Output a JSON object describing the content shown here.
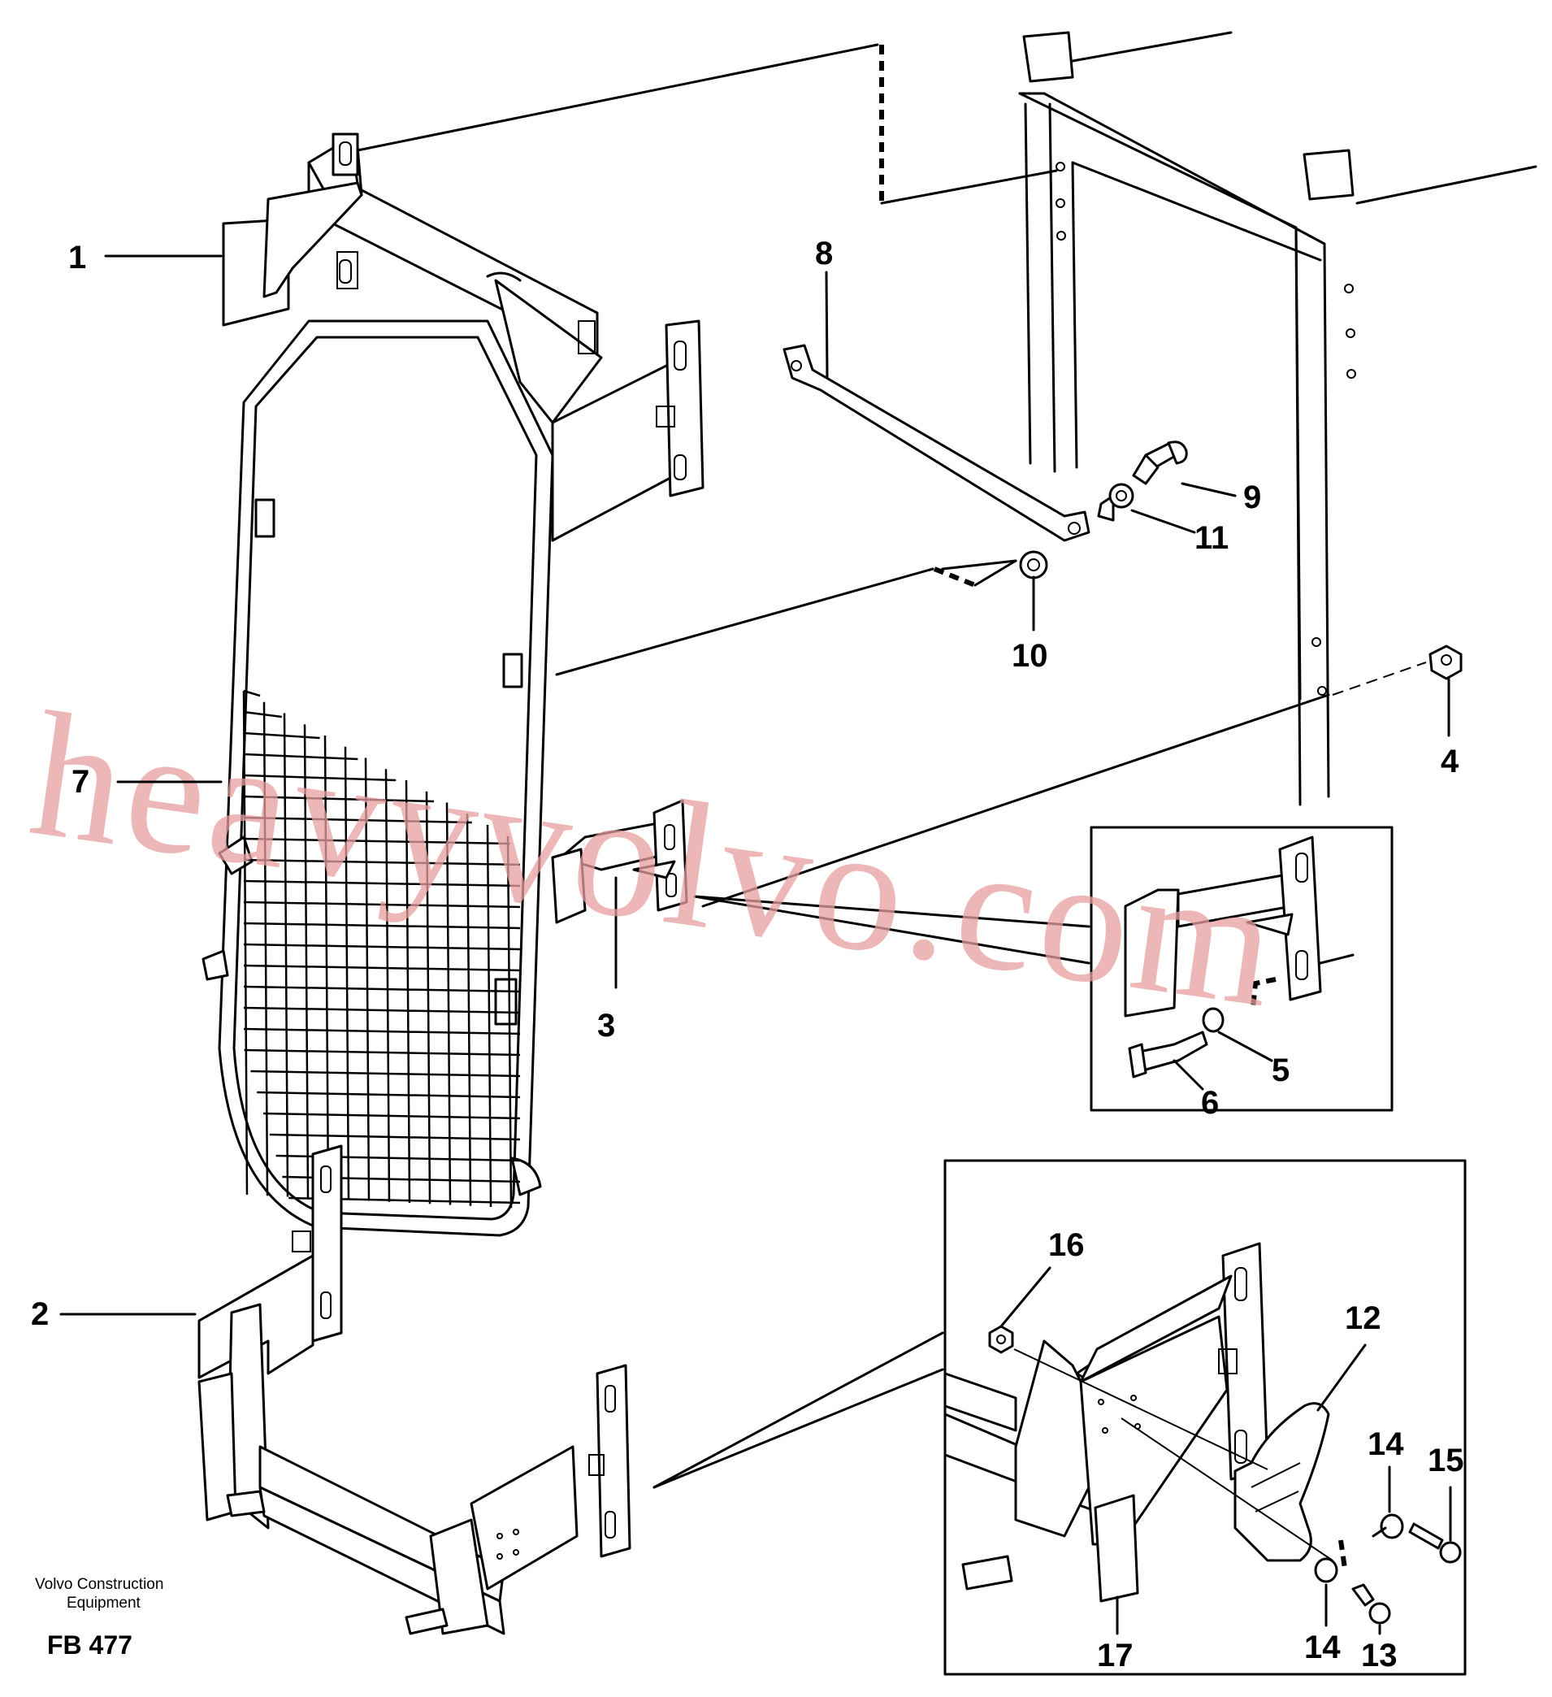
{
  "diagram": {
    "callouts": [
      {
        "id": "1",
        "label": "1"
      },
      {
        "id": "2",
        "label": "2"
      },
      {
        "id": "3",
        "label": "3"
      },
      {
        "id": "4",
        "label": "4"
      },
      {
        "id": "5",
        "label": "5"
      },
      {
        "id": "6",
        "label": "6"
      },
      {
        "id": "7",
        "label": "7"
      },
      {
        "id": "8",
        "label": "8"
      },
      {
        "id": "9",
        "label": "9"
      },
      {
        "id": "10",
        "label": "10"
      },
      {
        "id": "11",
        "label": "11"
      },
      {
        "id": "12",
        "label": "12"
      },
      {
        "id": "13",
        "label": "13"
      },
      {
        "id": "14a",
        "label": "14"
      },
      {
        "id": "14b",
        "label": "14"
      },
      {
        "id": "15",
        "label": "15"
      },
      {
        "id": "16",
        "label": "16"
      },
      {
        "id": "17",
        "label": "17"
      }
    ],
    "caption_line1": "Volvo Construction",
    "caption_line2": "Equipment",
    "figure_code": "FB 477",
    "watermark": "heavyvolvo.com"
  }
}
